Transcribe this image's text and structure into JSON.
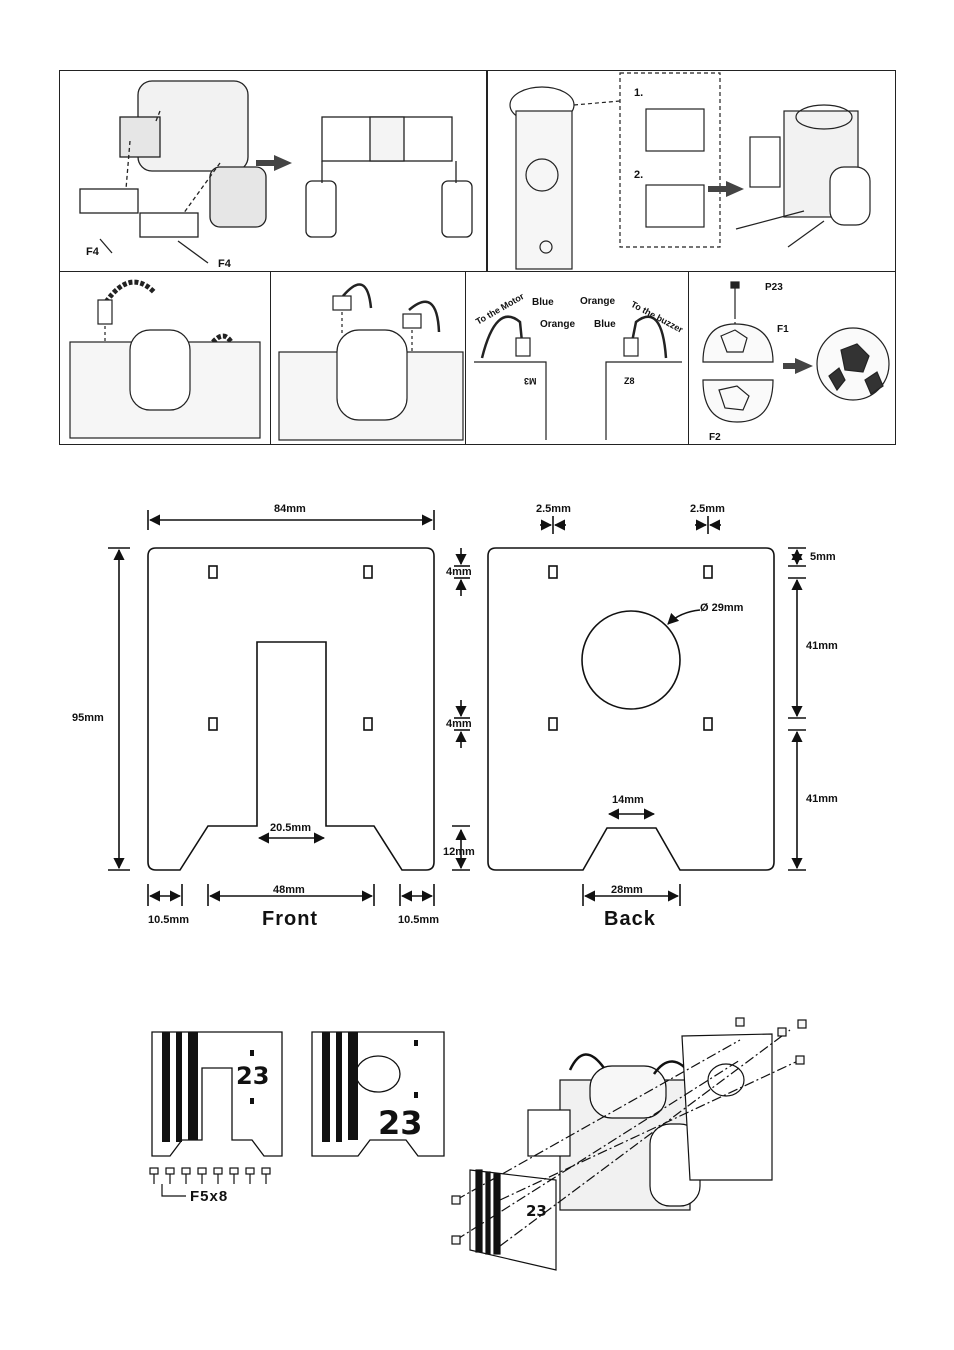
{
  "assembly": {
    "panel1": {
      "part_a": "F4",
      "part_b": "F4"
    },
    "panel2": {
      "step1": "1.",
      "step2": "2."
    },
    "wiring": {
      "blue_left": "Blue",
      "orange_left": "Orange",
      "to_motor": "To the Motor",
      "orange_right": "Orange",
      "blue_right": "Blue",
      "to_buzzer": "To the buzzer",
      "motor_tag": "M3",
      "buzzer_tag": "Z8"
    },
    "ball": {
      "screw": "P23",
      "top": "F1",
      "bottom": "F2"
    }
  },
  "plates": {
    "front": {
      "title": "Front",
      "width": "84mm",
      "height": "95mm",
      "slot_gap_top": "4mm",
      "slot_gap_mid": "4mm",
      "slot_width": "20.5mm",
      "notch_height": "12mm",
      "notch_width": "48mm",
      "margin_left": "10.5mm",
      "margin_right": "10.5mm"
    },
    "back": {
      "title": "Back",
      "hole_left": "2.5mm",
      "hole_right": "2.5mm",
      "top_margin": "5mm",
      "upper_span": "41mm",
      "lower_span": "41mm",
      "hole_diameter": "Ø 29mm",
      "notch_top": "14mm",
      "notch_bottom": "28mm"
    }
  },
  "decals": {
    "number_front": "23",
    "number_back": "23",
    "screws": "F5x8",
    "number_assembled": "23"
  }
}
